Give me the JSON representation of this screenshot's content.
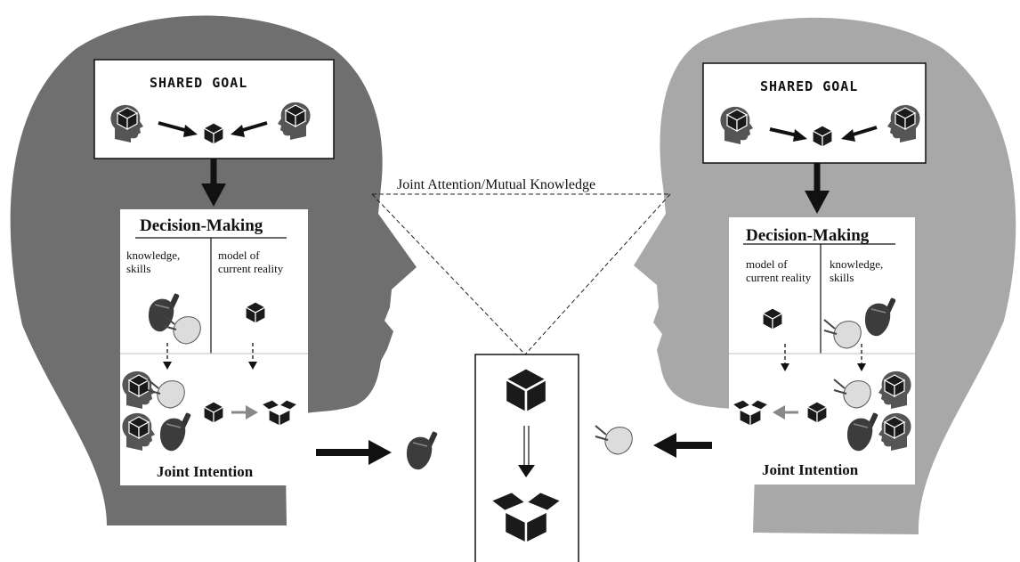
{
  "joint_label": "Joint Attention/Mutual Knowledge",
  "agents": [
    {
      "shared_goal": "SHARED GOAL",
      "decision_making": "Decision-Making",
      "col_left": "knowledge,\nskills",
      "col_right": "model of\ncurrent reality",
      "joint_intention": "Joint Intention"
    },
    {
      "shared_goal": "SHARED GOAL",
      "decision_making": "Decision-Making",
      "col_left": "model of\ncurrent reality",
      "col_right": "knowledge,\nskills",
      "joint_intention": "Joint Intention"
    }
  ],
  "colors": {
    "left_head": "#6f6f6f",
    "right_head": "#a8a8a8",
    "ink": "#111111",
    "panel": "#ffffff"
  }
}
